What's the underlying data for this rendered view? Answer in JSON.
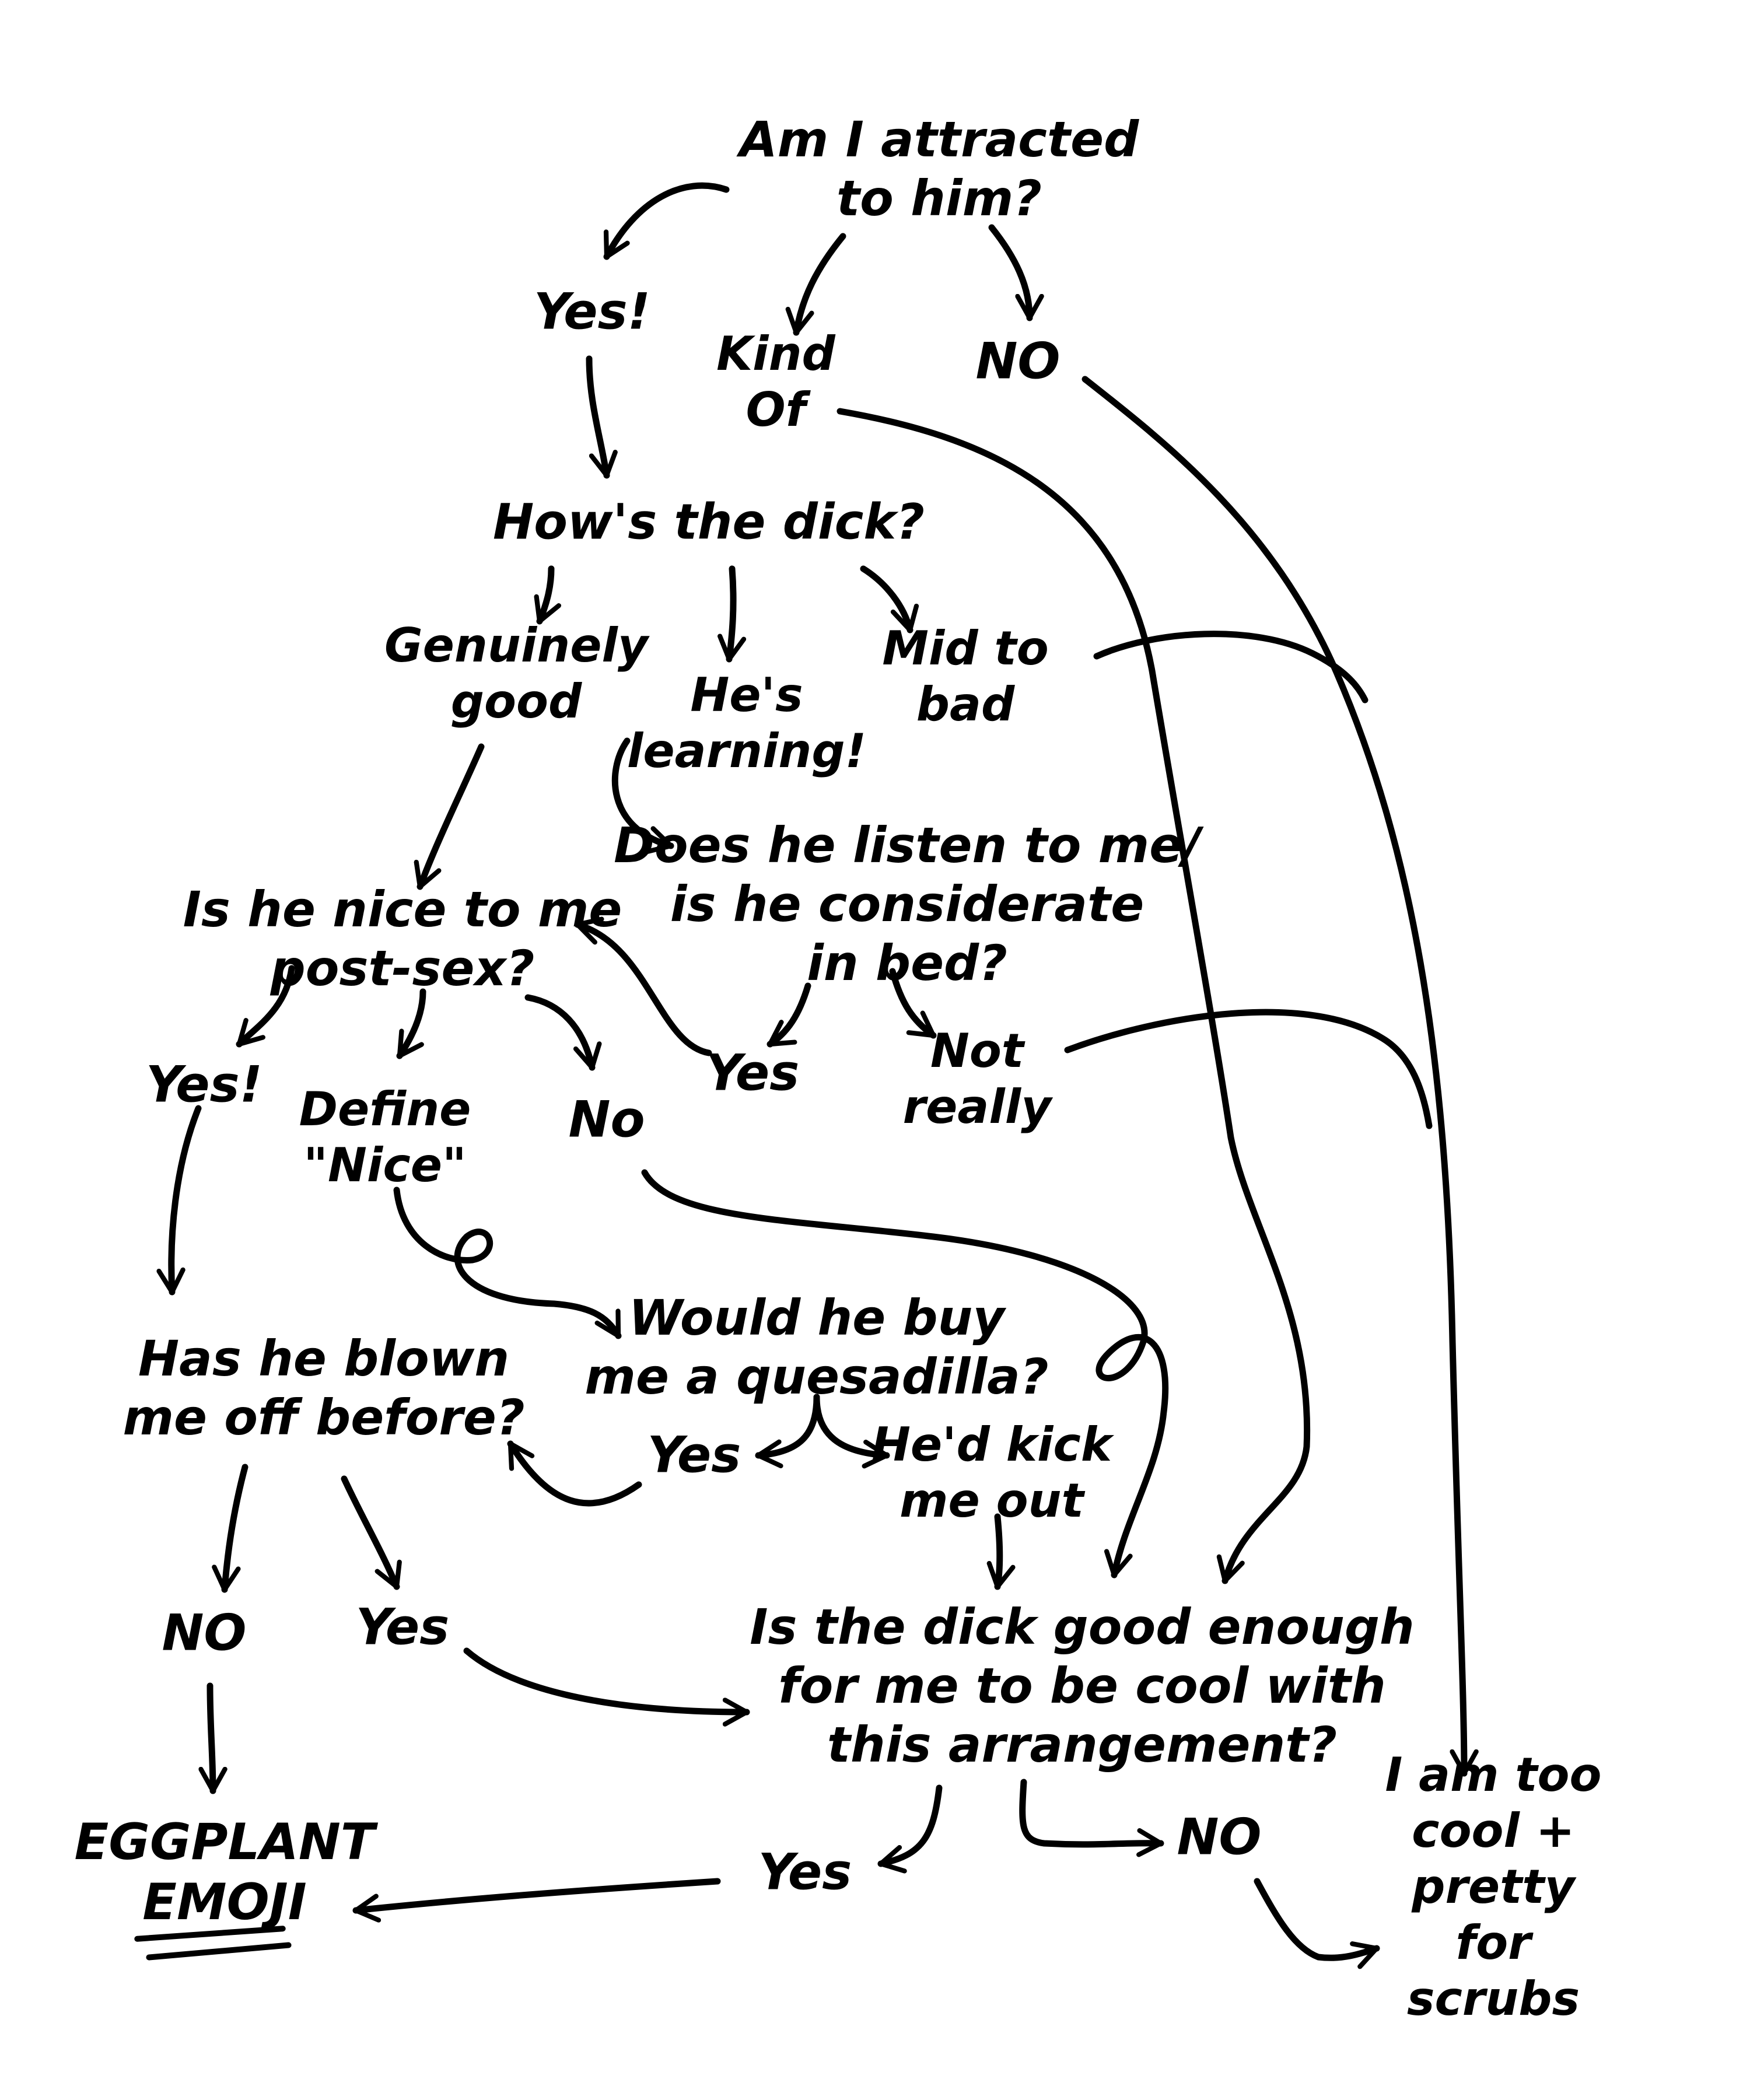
{
  "nodes": {
    "q_attracted": "Am I attracted\nto him?",
    "a_yes_1": "Yes!",
    "a_kind_of": "Kind\nOf",
    "a_no_1": "NO",
    "q_dick": "How's the dick?",
    "a_genuinely_good": "Genuinely\ngood",
    "a_learning": "He's\nlearning!",
    "a_mid_bad": "Mid to\nbad",
    "q_listen": "Does he listen to me/\nis he considerate\nin bed?",
    "q_nice": "Is he nice to me\npost-sex?",
    "a_yes_listen": "Yes",
    "a_not_really": "Not\nreally",
    "a_yes_nice": "Yes!",
    "a_define_nice": "Define\n\"Nice\"",
    "a_no_nice": "No",
    "q_quesadilla": "Would he buy\nme a quesadilla?",
    "q_blown_off": "Has he blown\nme off before?",
    "a_yes_q": "Yes",
    "a_kick_out": "He'd kick\nme out",
    "a_no_blown": "NO",
    "a_yes_blown": "Yes",
    "q_arrangement": "Is the dick good enough\nfor me to be cool with\nthis arrangement?",
    "end_eggplant": "EGGPLANT\nEMOJI",
    "a_yes_final": "Yes",
    "a_no_final": "NO",
    "end_too_cool": "I am too\ncool + pretty\nfor scrubs"
  },
  "colors": {
    "ink": "#000000",
    "paper": "#ffffff"
  }
}
